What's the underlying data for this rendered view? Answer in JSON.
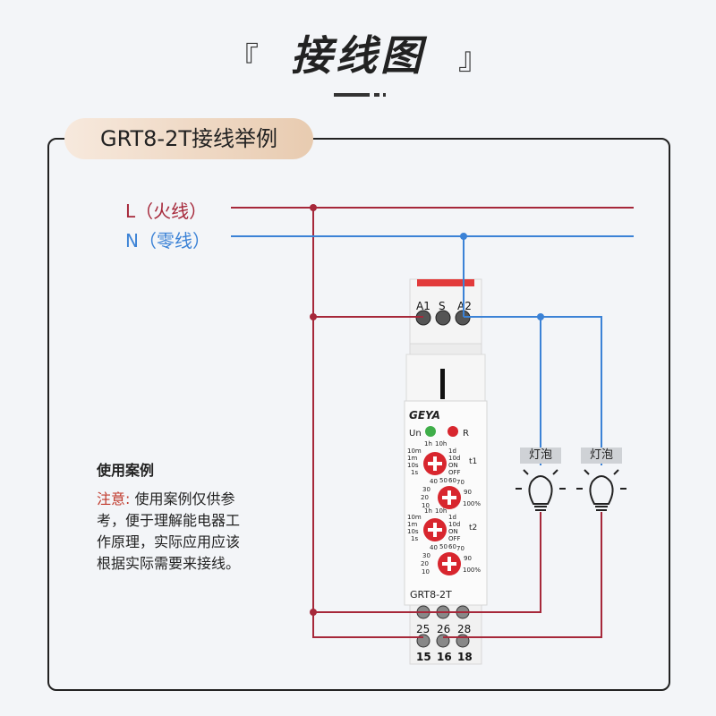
{
  "header": {
    "title": "接线图",
    "open_bracket": "『",
    "close_bracket": "』"
  },
  "panel": {
    "title": "GRT8-2T接线举例"
  },
  "lines": {
    "live": "L（火线）",
    "neutral": "N（零线）"
  },
  "device": {
    "model": "GRT8-2T",
    "brand": "GEYA",
    "top_terminals": [
      "A1",
      "S",
      "A2"
    ],
    "indicators": [
      "Un",
      "R"
    ],
    "bottom_terminals_row1": [
      "25",
      "26",
      "28"
    ],
    "bottom_terminals_row2": [
      "15",
      "16",
      "18"
    ],
    "dial_time_ticks": [
      "1h",
      "10h",
      "1d",
      "10d",
      "ON",
      "OFF",
      "1s",
      "10s",
      "1m",
      "10m"
    ],
    "dial_pct_ticks": [
      "10",
      "20",
      "30",
      "40",
      "50",
      "60",
      "70",
      "90",
      "100%"
    ],
    "t1": "t1",
    "t2": "t2"
  },
  "bulbs": [
    {
      "label": "灯泡"
    },
    {
      "label": "灯泡"
    }
  ],
  "use_case": {
    "title": "使用案例",
    "note_label": "注意:",
    "note_text": "使用案例仅供参考，便于理解能电器工作原理，实际应用应该根据实际需要来接线。"
  },
  "colors": {
    "live_wire": "#a6283a",
    "neutral_wire": "#3b82d6",
    "dial_red": "#d8262e",
    "pill_start": "#f7e9dd",
    "pill_end": "#e8cbb0"
  }
}
